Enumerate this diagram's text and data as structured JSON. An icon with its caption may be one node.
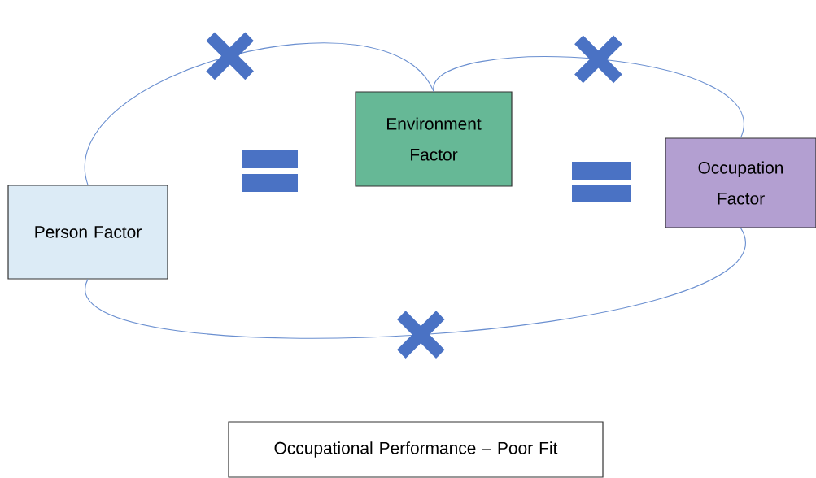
{
  "diagram": {
    "nodes": [
      {
        "text": [
          "Person Factor"
        ]
      },
      {
        "text": [
          "Environment Factor"
        ]
      },
      {
        "text": [
          "Occupation Factor"
        ]
      },
      {
        "text": [
          "Occupational Performance – Poor Fit"
        ]
      }
    ],
    "edges": [
      {
        "from": 0,
        "to": 1,
        "arrow": "none"
      },
      {
        "from": 1,
        "to": 2,
        "arrow": "none"
      },
      {
        "from": 0,
        "to": 2,
        "arrow": "none"
      }
    ]
  }
}
